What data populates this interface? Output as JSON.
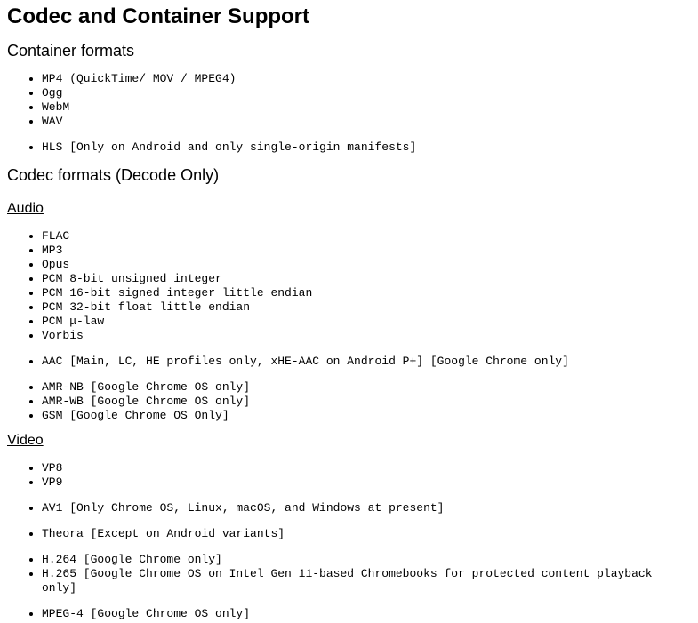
{
  "page": {
    "title": "Codec and Container Support"
  },
  "container": {
    "heading": "Container formats",
    "groups": [
      [
        "MP4 (QuickTime/ MOV / MPEG4)",
        "Ogg",
        "WebM",
        "WAV"
      ],
      [
        "HLS [Only on Android and only single-origin manifests]"
      ]
    ]
  },
  "codec": {
    "heading": "Codec formats (Decode Only)",
    "audio": {
      "heading": "Audio",
      "groups": [
        [
          "FLAC",
          "MP3",
          "Opus",
          "PCM 8-bit unsigned integer",
          "PCM 16-bit signed integer little endian",
          "PCM 32-bit float little endian",
          "PCM μ-law",
          "Vorbis"
        ],
        [
          "AAC [Main, LC, HE profiles only, xHE-AAC on Android P+] [Google Chrome only]"
        ],
        [
          "AMR-NB [Google Chrome OS only]",
          "AMR-WB [Google Chrome OS only]",
          "GSM [Google Chrome OS Only]"
        ]
      ]
    },
    "video": {
      "heading": "Video",
      "groups": [
        [
          "VP8",
          "VP9"
        ],
        [
          "AV1 [Only Chrome OS, Linux, macOS, and Windows at present]"
        ],
        [
          "Theora [Except on Android variants]"
        ],
        [
          "H.264 [Google Chrome only]",
          "H.265 [Google Chrome OS on Intel Gen 11-based Chromebooks for protected content playback only]"
        ],
        [
          "MPEG-4 [Google Chrome OS only]"
        ]
      ]
    }
  }
}
